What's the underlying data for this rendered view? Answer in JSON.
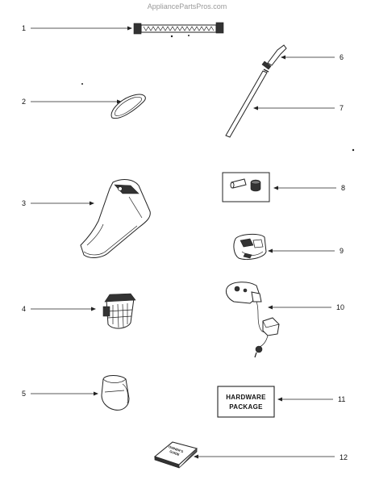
{
  "watermark": "AppliancePartsPros.com",
  "callouts": [
    {
      "id": "1",
      "label": "1"
    },
    {
      "id": "2",
      "label": "2"
    },
    {
      "id": "3",
      "label": "3"
    },
    {
      "id": "4",
      "label": "4"
    },
    {
      "id": "5",
      "label": "5"
    },
    {
      "id": "6",
      "label": "6"
    },
    {
      "id": "7",
      "label": "7"
    },
    {
      "id": "8",
      "label": "8"
    },
    {
      "id": "9",
      "label": "9"
    },
    {
      "id": "10",
      "label": "10"
    },
    {
      "id": "11",
      "label": "11"
    },
    {
      "id": "12",
      "label": "12"
    }
  ],
  "hardware_package": {
    "line1": "HARDWARE",
    "line2": "PACKAGE"
  },
  "owners_guide": {
    "line1": "OWNER'S",
    "line2": "GUIDE"
  }
}
